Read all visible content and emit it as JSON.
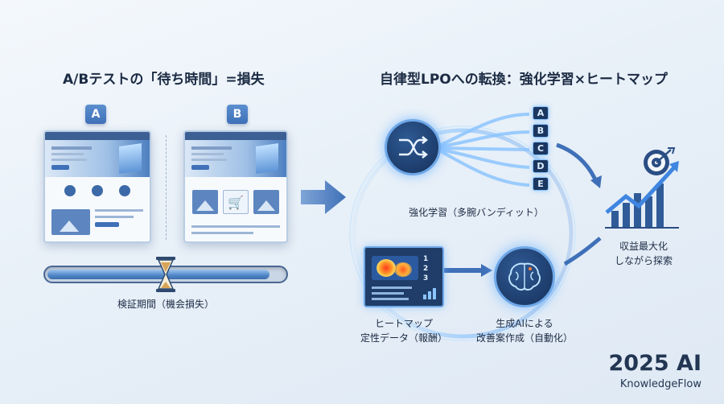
{
  "left_title": "A/Bテストの「待ち時間」=損失",
  "right_title": "自律型LPOへの転換：強化学習×ヒートマップ",
  "variant_a": "A",
  "variant_b": "B",
  "wait_label": "検証期間（機会損失）",
  "rl_label": "強化学習（多腕バンディット）",
  "arms": [
    "A",
    "B",
    "C",
    "D",
    "E"
  ],
  "heatmap_label_1": "ヒートマップ",
  "heatmap_label_2": "定性データ（報酬）",
  "ai_label_1": "生成AIによる",
  "ai_label_2": "改善案作成（自動化）",
  "revenue_label_1": "収益最大化",
  "revenue_label_2": "しながら探索",
  "heatmap_rows": [
    "1",
    "2",
    "3"
  ],
  "brand_year": "2025 AI",
  "brand_name": "KnowledgeFlow",
  "colors": {
    "accent": "#3f70b8",
    "dark_node": "#1d3a66",
    "glow": "#8cc4ff"
  }
}
